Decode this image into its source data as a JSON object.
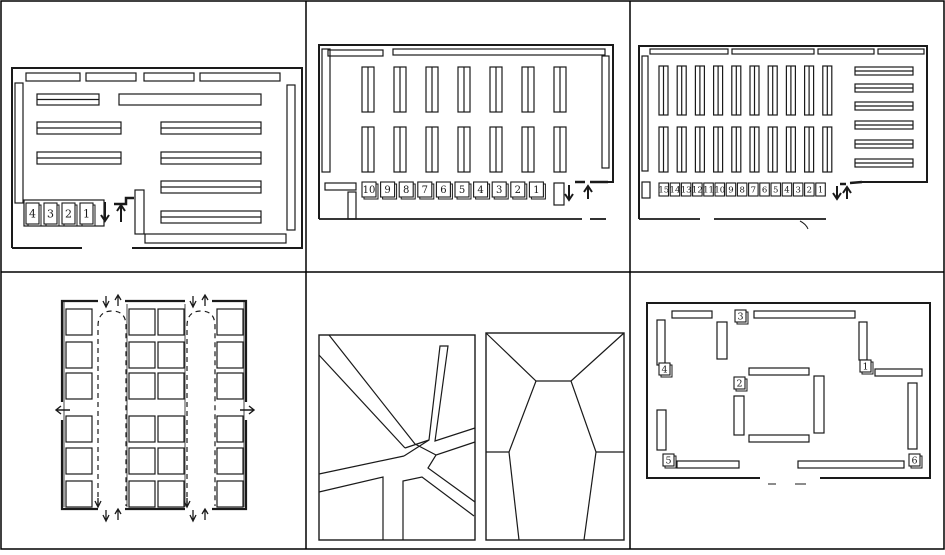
{
  "colors": {
    "ink": "#1a1a1a",
    "grid": "#000000",
    "paper": "#ffffff"
  },
  "panels": {
    "a": {
      "checkouts": [
        "4",
        "3",
        "2",
        "1"
      ]
    },
    "b": {
      "checkouts": [
        "10",
        "9",
        "8",
        "7",
        "6",
        "5",
        "4",
        "3",
        "2",
        "1"
      ]
    },
    "c": {
      "checkouts": [
        "15",
        "14",
        "13",
        "12",
        "11",
        "10",
        "9",
        "8",
        "7",
        "6",
        "5",
        "4",
        "3",
        "2",
        "1"
      ]
    },
    "f": {
      "checkouts": [
        "3",
        "4",
        "2",
        "1",
        "5",
        "6"
      ]
    }
  }
}
